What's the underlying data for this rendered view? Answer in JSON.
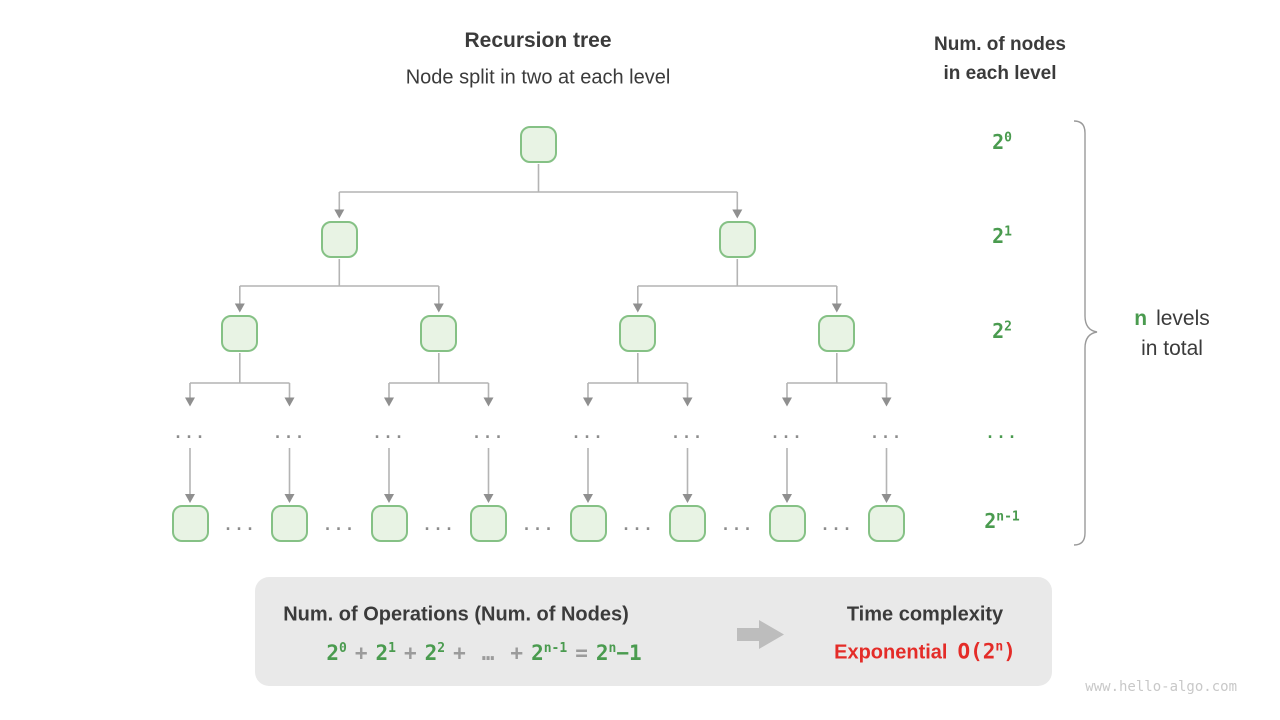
{
  "header": {
    "title": "Recursion tree",
    "subtitle": "Node split in two at each level"
  },
  "right_header": {
    "line1": "Num. of nodes",
    "line2": "in each level"
  },
  "levels": [
    {
      "base": "2",
      "sup": "0"
    },
    {
      "base": "2",
      "sup": "1"
    },
    {
      "base": "2",
      "sup": "2"
    },
    {
      "dots": "..."
    },
    {
      "base": "2",
      "sup": "n-1"
    }
  ],
  "brace_label": {
    "n": "n",
    "levels_word": "levels",
    "line2": "in total"
  },
  "tree": {
    "ellipsis": "..."
  },
  "summary": {
    "operations_title": "Num. of Operations (Num. of Nodes)",
    "formula": [
      {
        "base": "2",
        "sup": "0"
      },
      {
        "op": "+"
      },
      {
        "base": "2",
        "sup": "1"
      },
      {
        "op": "+"
      },
      {
        "base": "2",
        "sup": "2"
      },
      {
        "op": "+"
      },
      {
        "op": "…"
      },
      {
        "op": "+"
      },
      {
        "base": "2",
        "sup": "n-1"
      },
      {
        "op": "="
      },
      {
        "base": "2",
        "sup": "n",
        "tail": "−1"
      }
    ],
    "time_title": "Time complexity",
    "complexity_word": "Exponential",
    "complexity_o_base": "O(2",
    "complexity_o_sup": "n",
    "complexity_o_close": ")"
  },
  "watermark": "www.hello-algo.com",
  "colors": {
    "green_text": "#4a9b4f",
    "red_text": "#e42c28",
    "dark_text": "#3b3b3b",
    "node_border": "#85c185",
    "node_fill": "#e8f3e4",
    "connector_line": "#b4b4b4",
    "arrowhead": "#8f8f8f",
    "box_background": "#e9e9e9",
    "tree_dots": "#8c8c8c",
    "watermark_gray": "#c8c8c8"
  }
}
